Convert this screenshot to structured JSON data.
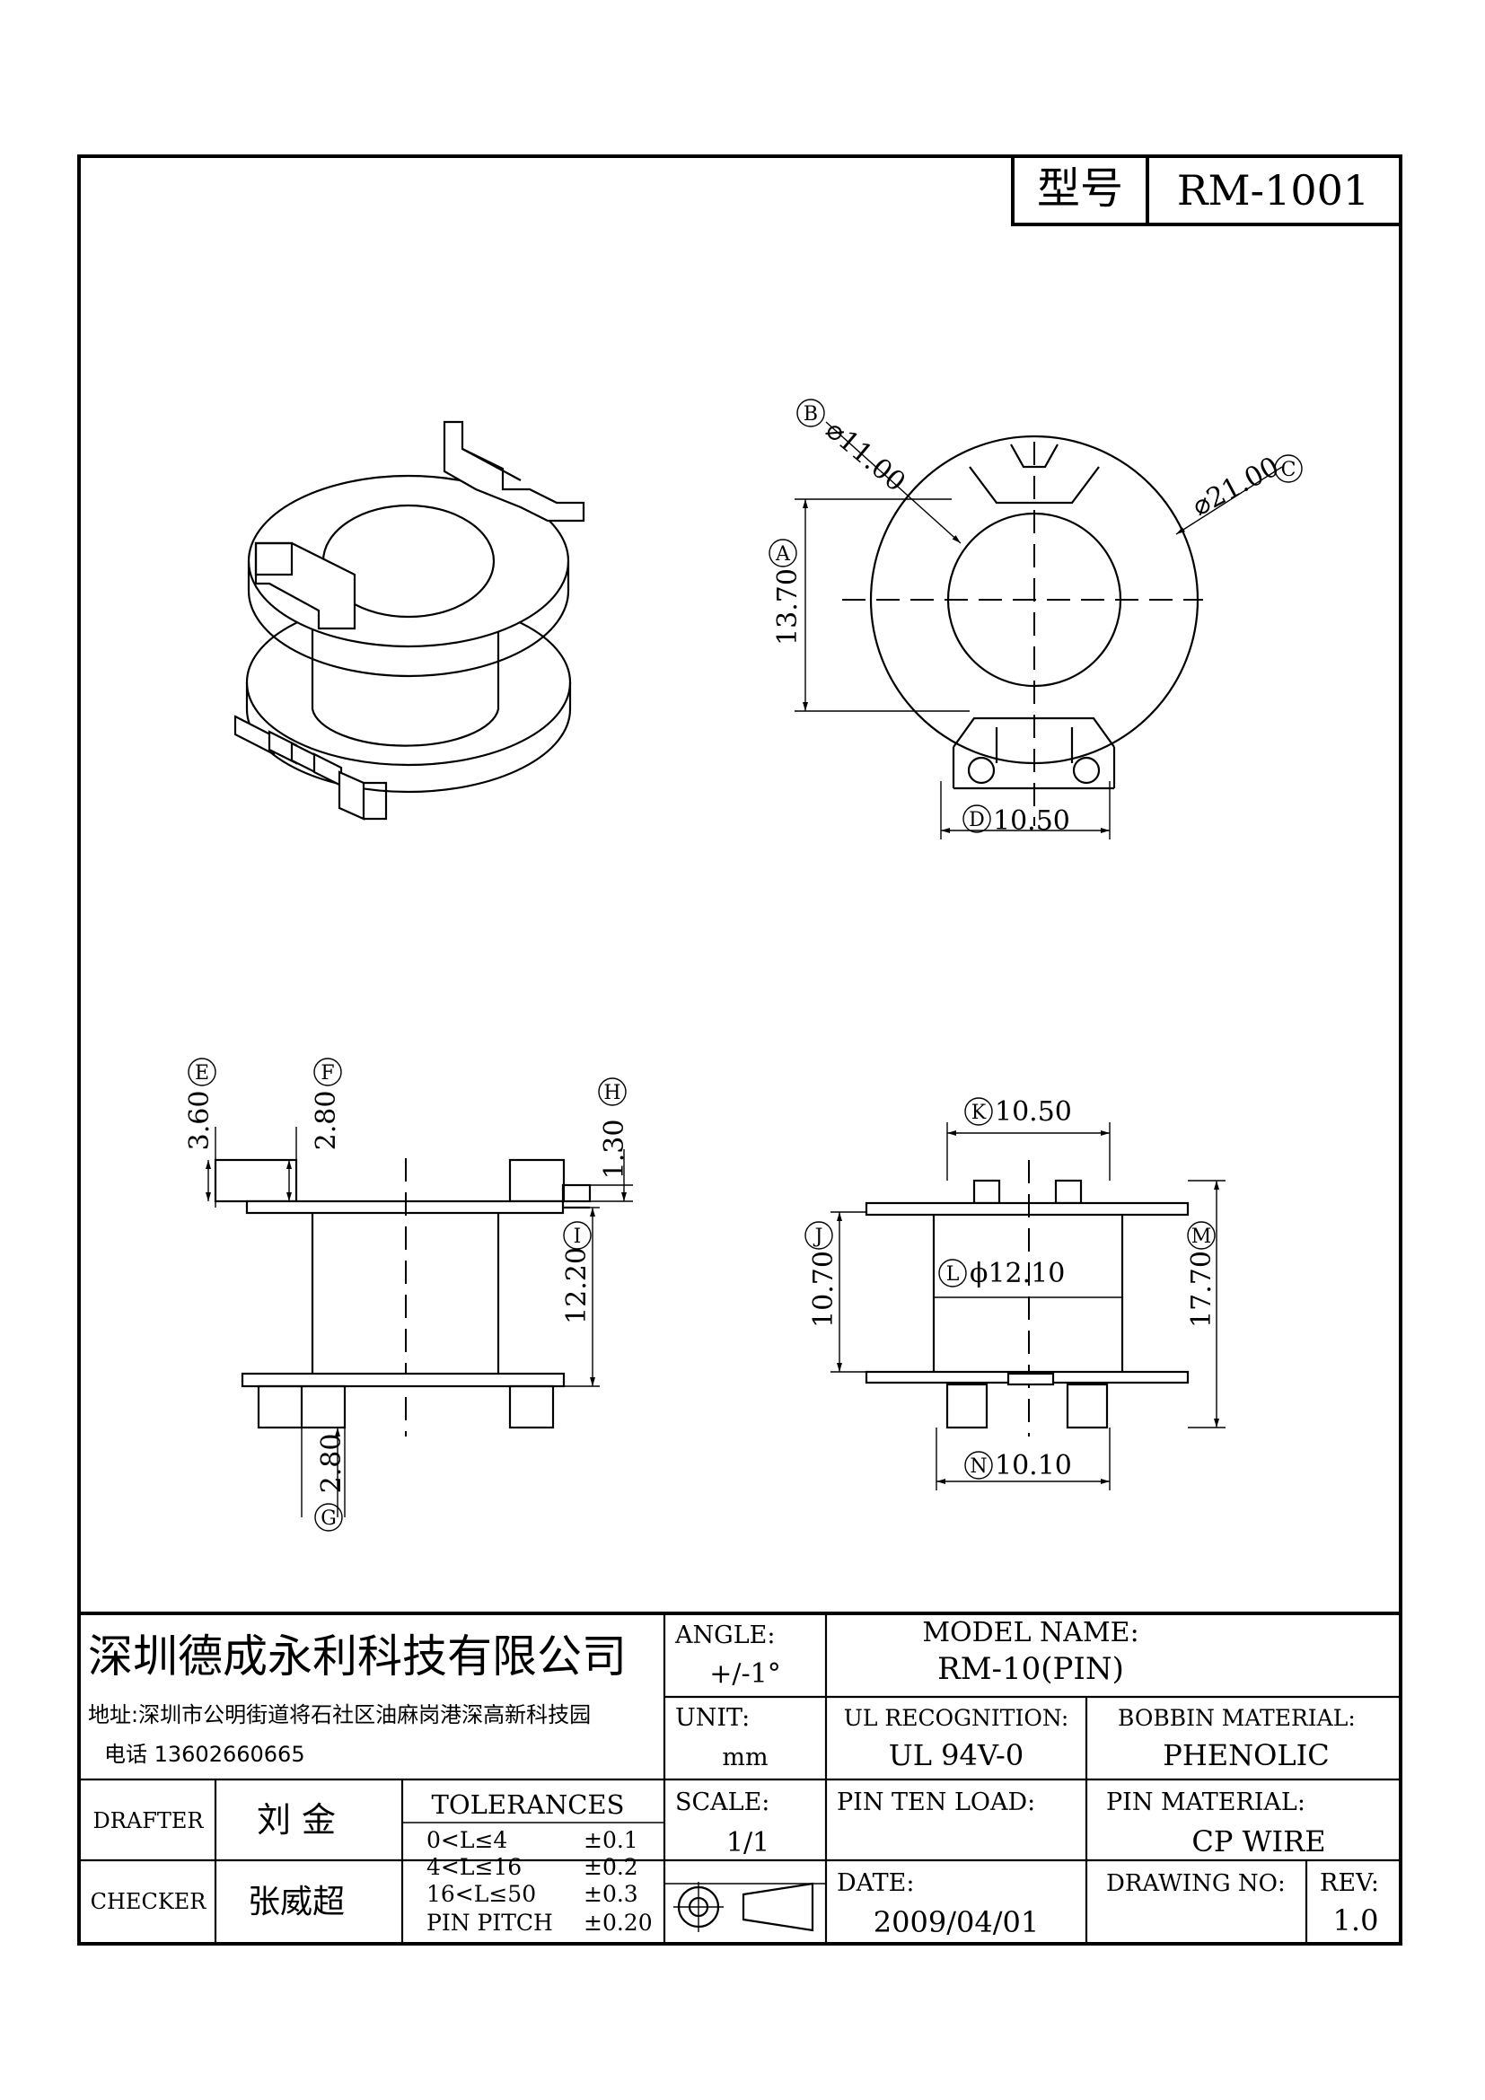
{
  "header": {
    "model_label": "型号",
    "model_value": "RM-1001"
  },
  "dimensions": {
    "B": {
      "tag": "B",
      "value": "⌀11.00"
    },
    "C": {
      "tag": "C",
      "value": "⌀21.00"
    },
    "A": {
      "tag": "A",
      "value": "13.70"
    },
    "D": {
      "tag": "D",
      "value": "10.50"
    },
    "E": {
      "tag": "E",
      "value": "3.60"
    },
    "F": {
      "tag": "F",
      "value": "2.80"
    },
    "H": {
      "tag": "H",
      "value": "1.30"
    },
    "I": {
      "tag": "I",
      "value": "12.20"
    },
    "G": {
      "tag": "G",
      "value": "2.80"
    },
    "K": {
      "tag": "K",
      "value": "10.50"
    },
    "J": {
      "tag": "J",
      "value": "10.70"
    },
    "L": {
      "tag": "L",
      "value": "ϕ12.10"
    },
    "M": {
      "tag": "M",
      "value": "17.70"
    },
    "N": {
      "tag": "N",
      "value": "10.10"
    }
  },
  "title_block": {
    "company": "深圳德成永利科技有限公司",
    "address": "地址:深圳市公明街道将石社区油麻岗港深高新科技园",
    "phone": "电话 13602660665",
    "angle_label": "ANGLE:",
    "angle_value": "+/-1°",
    "model_name_label": "MODEL NAME:",
    "model_name_value": "RM-10(PIN)",
    "unit_label": "UNIT:",
    "unit_value": "mm",
    "ul_label": "UL RECOGNITION:",
    "ul_value": "UL 94V-0",
    "bobbin_label": "BOBBIN MATERIAL:",
    "bobbin_value": "PHENOLIC",
    "drafter_label": "DRAFTER",
    "drafter_value": "刘  金",
    "checker_label": "CHECKER",
    "checker_value": "张威超",
    "tolerances_label": "TOLERANCES",
    "tolerances": [
      {
        "range": "0<L≤4",
        "tol": "±0.1"
      },
      {
        "range": "4<L≤16",
        "tol": "±0.2"
      },
      {
        "range": "16<L≤50",
        "tol": "±0.3"
      },
      {
        "range": "PIN PITCH",
        "tol": "±0.20"
      }
    ],
    "scale_label": "SCALE:",
    "scale_value": "1/1",
    "pin_ten_load_label": "PIN TEN LOAD:",
    "pin_material_label": "PIN MATERIAL:",
    "pin_material_value": "CP WIRE",
    "date_label": "DATE:",
    "date_value": "2009/04/01",
    "drawing_no_label": "DRAWING NO:",
    "rev_label": "REV:",
    "rev_value": "1.0"
  }
}
